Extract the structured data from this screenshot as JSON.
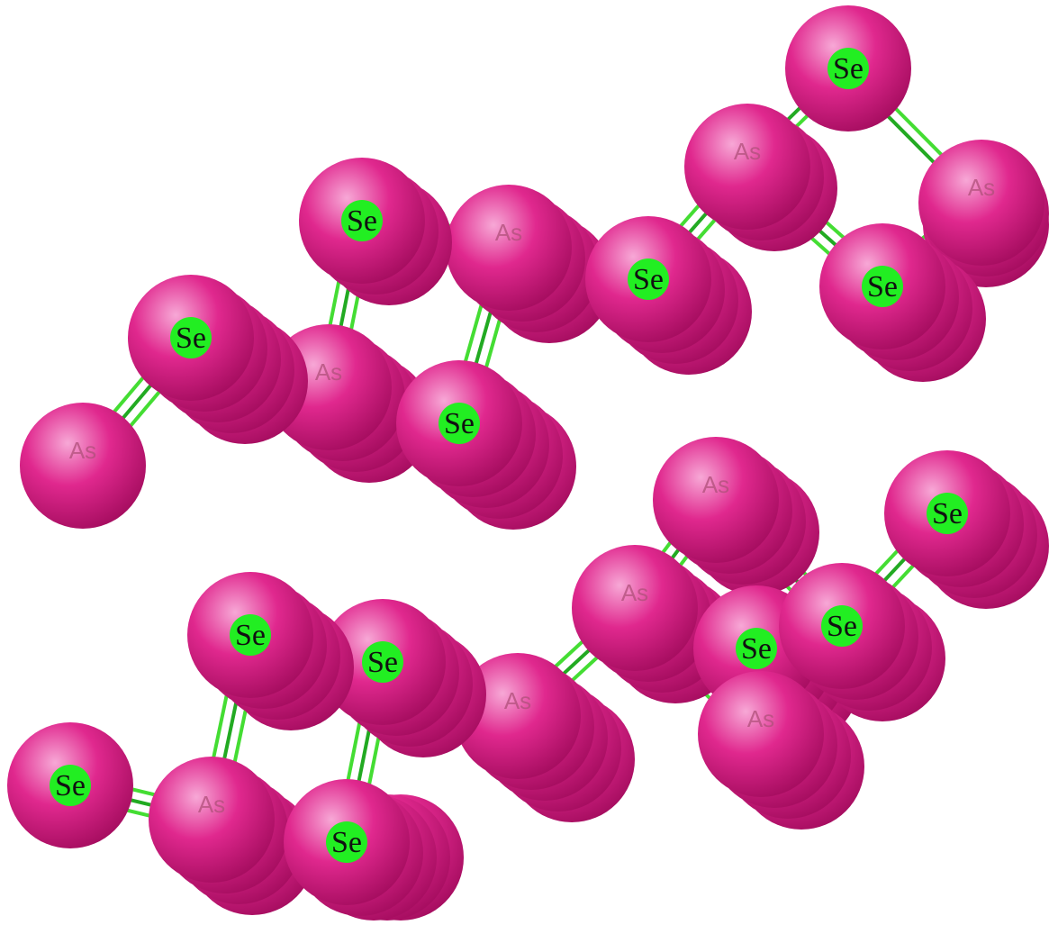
{
  "diagram": {
    "colors": {
      "sphere_light": "#f7a8d6",
      "sphere_mid": "#e0288e",
      "sphere_dark": "#a10b5c",
      "bond": "#44dd33",
      "bond_dark": "#22aa22",
      "se_marker": "#22ee22",
      "background": "#ffffff"
    },
    "labels": {
      "selenium": "Se",
      "arsenic": "As"
    },
    "atoms": [
      {
        "element": "Se",
        "depth": 0
      },
      {
        "element": "As",
        "depth": 2
      },
      {
        "element": "As",
        "depth": 2
      },
      {
        "element": "Se",
        "depth": 3
      },
      {
        "element": "As",
        "depth": 3
      },
      {
        "element": "Se",
        "depth": 3
      },
      {
        "element": "Se",
        "depth": 2
      },
      {
        "element": "As",
        "depth": 0
      },
      {
        "element": "As",
        "depth": 3
      },
      {
        "element": "Se",
        "depth": 4
      },
      {
        "element": "Se",
        "depth": 4
      },
      {
        "element": "As",
        "depth": 3
      },
      {
        "element": "Se",
        "depth": 3
      },
      {
        "element": "As",
        "depth": 3
      },
      {
        "element": "Se",
        "depth": 3
      },
      {
        "element": "Se",
        "depth": 3
      },
      {
        "element": "As",
        "depth": 4
      },
      {
        "element": "Se",
        "depth": 3
      },
      {
        "element": "As",
        "depth": 3
      },
      {
        "element": "Se",
        "depth": 3
      },
      {
        "element": "Se",
        "depth": 0
      },
      {
        "element": "As",
        "depth": 3
      },
      {
        "element": "Se",
        "depth": 4
      }
    ]
  }
}
